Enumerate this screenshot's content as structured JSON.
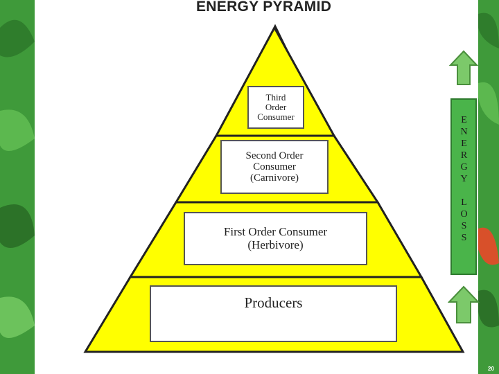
{
  "title": "ENERGY PYRAMID",
  "tiers": [
    {
      "label": "Third\nOrder\nConsumer",
      "level": "top"
    },
    {
      "label": "Second Order\nConsumer\n(Carnivore)",
      "level": "upper-middle"
    },
    {
      "label": "First Order Consumer\n(Herbivore)",
      "level": "lower-middle"
    },
    {
      "label": "Producers",
      "level": "base"
    }
  ],
  "energy_loss_label": "ENERGY LOSS",
  "page_number": "20",
  "colors": {
    "pyramid_fill": "#ffff00",
    "pyramid_stroke": "#222222",
    "arrow_green": "#7cc96a",
    "loss_box": "#4ab44a",
    "background_green": "#3f9a3a"
  },
  "icons": {
    "up_arrow_top": "up-arrow-icon",
    "up_arrow_bottom": "up-arrow-icon"
  }
}
